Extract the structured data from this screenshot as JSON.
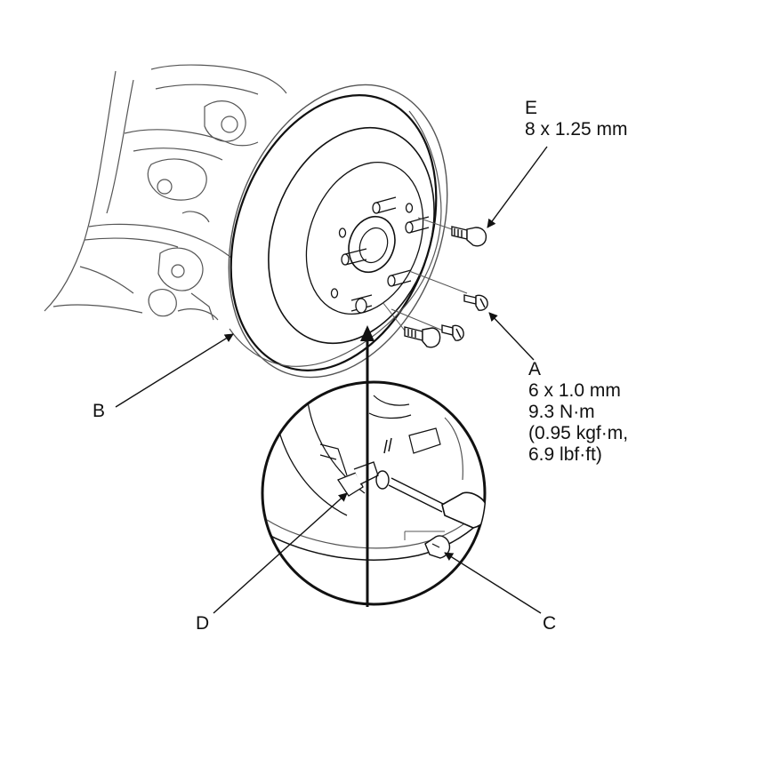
{
  "callouts": {
    "e": {
      "letter": "E",
      "lines": [
        "8 x 1.25 mm"
      ]
    },
    "a": {
      "letter": "A",
      "lines": [
        "6 x 1.0 mm",
        "9.3 N·m",
        "(0.95 kgf·m,",
        "6.9 lbf·ft)"
      ]
    },
    "b": {
      "letter": "B"
    },
    "c": {
      "letter": "C"
    },
    "d": {
      "letter": "D"
    }
  },
  "style": {
    "ink": "#111111",
    "light_ink": "#555555",
    "background": "#ffffff"
  }
}
